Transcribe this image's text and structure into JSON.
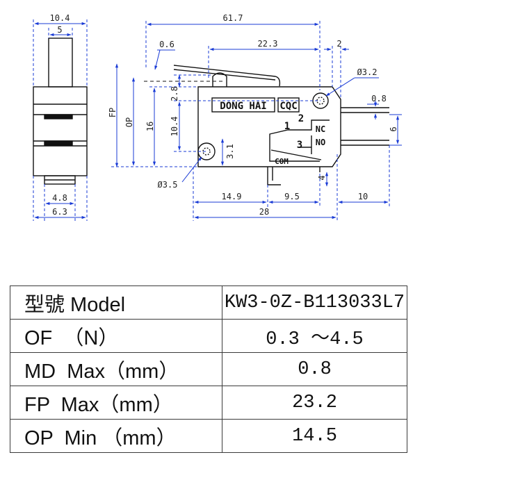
{
  "drawing": {
    "dims": {
      "top_width": "10.4",
      "top_inner": "5",
      "bottom_w1": "4.8",
      "bottom_w2": "6.3",
      "overall_top": "61.7",
      "lever_tip": "0.6",
      "plunger_dist": "22.3",
      "right_gap": "2",
      "hole_dia_top": "Ø3.2",
      "terminal_w": "0.8",
      "terminal_pitch": "6",
      "fp": "FP",
      "op": "OP",
      "body_h16": "16",
      "plunger_h": "2.8",
      "hole_pitch_v": "10.4",
      "hole_off": "3.1",
      "hole_dia_bottom": "Ø3.5",
      "term_off": "4",
      "bot_14_9": "14.9",
      "bot_9_5": "9.5",
      "bot_10": "10",
      "bot_28": "28"
    },
    "labels": {
      "brand": "DONG HAI",
      "mark": "CQC",
      "pin1": "1",
      "pin2": "2",
      "pin3": "3",
      "nc": "NC",
      "no": "NO",
      "com": "COM"
    }
  },
  "spec_table": {
    "rows": [
      {
        "label": "型號 Model",
        "value": "KW3-0Z-B113033L7"
      },
      {
        "label": "OF  （N）",
        "value": "0.3 ～4.5"
      },
      {
        "label": "MD  Max（mm）",
        "value": "0.8"
      },
      {
        "label": "FP  Max（mm）",
        "value": "23.2"
      },
      {
        "label": "OP  Min （mm）",
        "value": "14.5"
      }
    ]
  }
}
